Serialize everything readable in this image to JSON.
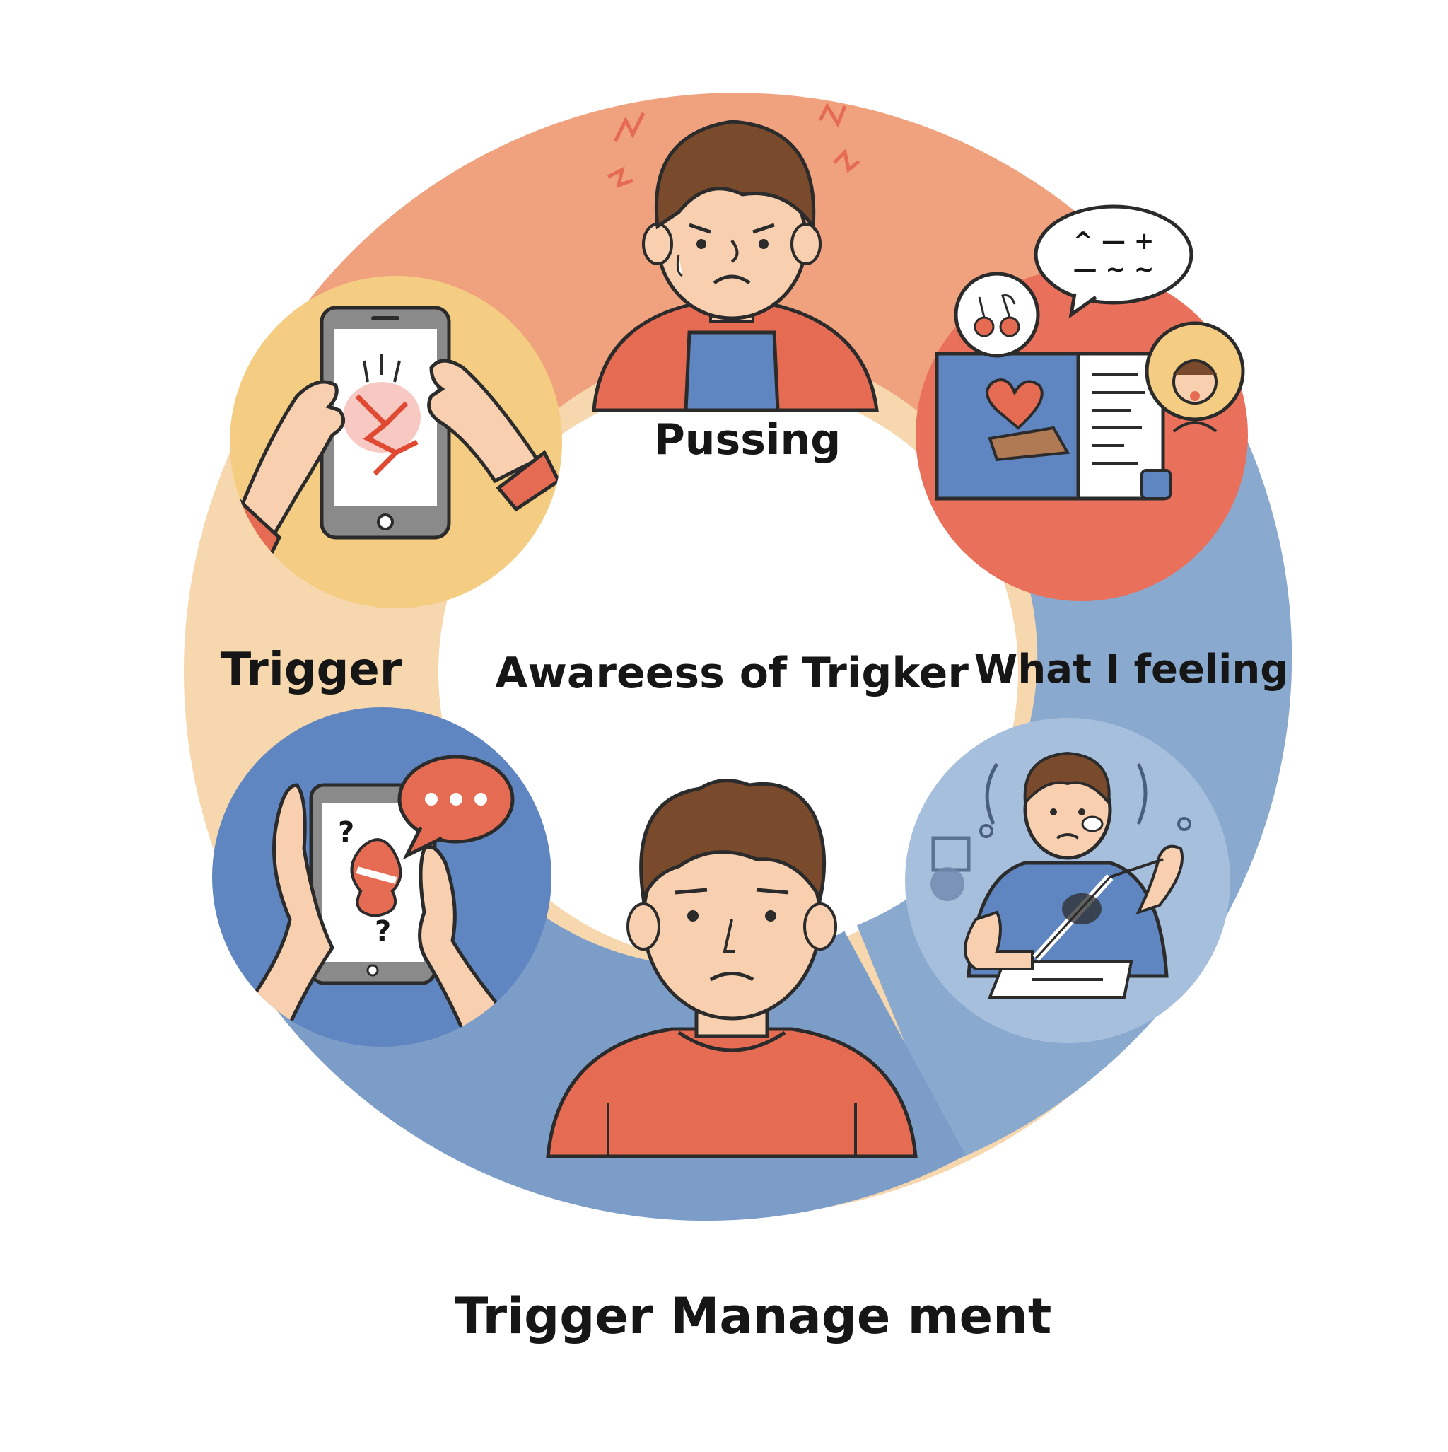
{
  "labels": {
    "top": "Pussing",
    "left": "Trigger",
    "center": "Awareess of Trigker",
    "right": "What I feeling",
    "bottom_title": "Trigger Manage ment"
  },
  "bubble_scribbles": {
    "line1": "^ — +",
    "line2": "— ~ ~"
  },
  "colors": {
    "ring_top": "#f0a27e",
    "ring_left": "#f6d7ae",
    "ring_right": "#8aa9cf",
    "ring_bottom": "#7d9dc9",
    "circle_yellow": "#f5cd82",
    "circle_red": "#e9705a",
    "circle_blue": "#5f86c0",
    "circle_lightblue": "#a6bfdd",
    "shirt_red": "#e56b52",
    "skin": "#f8d0b0",
    "hair": "#7a4a2c",
    "outline": "#2b2b2b"
  },
  "icons": [
    "stressed-person-icon",
    "phone-crack-icon",
    "book-collage-icon",
    "phone-chat-icon",
    "person-writing-icon",
    "sad-person-icon"
  ]
}
